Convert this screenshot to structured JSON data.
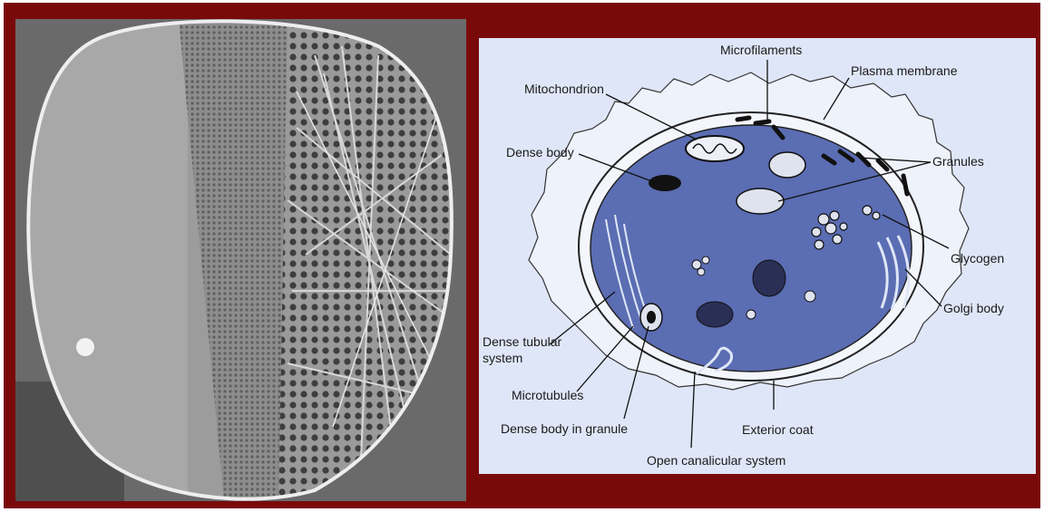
{
  "labels": {
    "microfilaments": "Microfilaments",
    "plasma_membrane": "Plasma membrane",
    "mitochondrion": "Mitochondrion",
    "dense_body": "Dense body",
    "granules": "Granules",
    "glycogen": "Glycogen",
    "golgi_body": "Golgi body",
    "dense_tubular_system_line1": "Dense tubular",
    "dense_tubular_system_line2": "system",
    "microtubules": "Microtubules",
    "dense_body_in_granule": "Dense body in granule",
    "exterior_coat": "Exterior coat",
    "open_canalicular_system": "Open canalicular system"
  },
  "colors": {
    "frame": "#7a0a0a",
    "cytoplasm": "#5b6db3",
    "diagram_background": "#dfe6f7"
  }
}
